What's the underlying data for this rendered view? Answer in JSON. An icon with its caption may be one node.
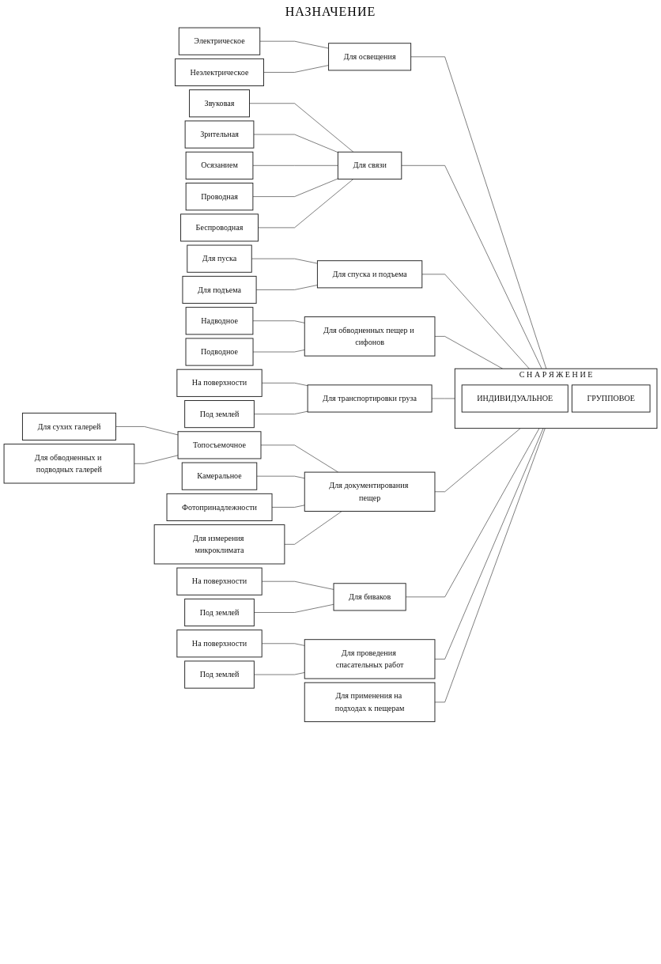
{
  "diagram": {
    "nodes": [
      {
        "text": [
          "С Н А Р Я Ж Е Н И Е"
        ]
      },
      {
        "text": [
          "ИНДИВИДУАЛЬНОЕ"
        ],
        "in": 0
      },
      {
        "text": [
          "ГРУППОВОЕ"
        ],
        "in": 0
      },
      {
        "text": [
          "Электрическое"
        ]
      },
      {
        "text": [
          "Неэлектрическое"
        ]
      },
      {
        "text": [
          "Для освещения"
        ]
      },
      {
        "text": [
          "Звуковая"
        ]
      },
      {
        "text": [
          "Зрительная"
        ]
      },
      {
        "text": [
          "Осязанием"
        ]
      },
      {
        "text": [
          "Проводная"
        ]
      },
      {
        "text": [
          "Беспроводная"
        ]
      },
      {
        "text": [
          "Для связи"
        ]
      },
      {
        "text": [
          "Для пуска"
        ]
      },
      {
        "text": [
          "Для подъема"
        ]
      },
      {
        "text": [
          "Для спуска и подъема"
        ]
      },
      {
        "text": [
          "Надводное"
        ]
      },
      {
        "text": [
          "Подводное"
        ]
      },
      {
        "text": [
          "Для обводненных пещер и сифонов"
        ]
      },
      {
        "text": [
          "На поверхности"
        ]
      },
      {
        "text": [
          "Под землей"
        ]
      },
      {
        "text": [
          "Для транспортировки груза"
        ]
      },
      {
        "text": [
          "Для сухих галерей"
        ]
      },
      {
        "text": [
          "Для обводненных и подводных галерей"
        ]
      },
      {
        "text": [
          "Топосъемочное"
        ]
      },
      {
        "text": [
          "Камеральное"
        ]
      },
      {
        "text": [
          "Фотопринадлежности"
        ]
      },
      {
        "text": [
          "Для измерения микроклимата"
        ]
      },
      {
        "text": [
          "Для документирования пещер"
        ]
      },
      {
        "text": [
          "На поверхности"
        ]
      },
      {
        "text": [
          "Под землей"
        ]
      },
      {
        "text": [
          "Для биваков"
        ]
      },
      {
        "text": [
          "На поверхности"
        ]
      },
      {
        "text": [
          "Под землей"
        ]
      },
      {
        "text": [
          "Для проведения спасательных работ"
        ]
      },
      {
        "text": [
          "Для применения на подходах к пещерам"
        ]
      }
    ],
    "edges": [
      {
        "from": 0,
        "to": 5,
        "arrow": "none"
      },
      {
        "from": 0,
        "to": 11,
        "arrow": "none"
      },
      {
        "from": 0,
        "to": 14,
        "arrow": "none"
      },
      {
        "from": 0,
        "to": 17,
        "arrow": "none"
      },
      {
        "from": 0,
        "to": 20,
        "arrow": "none"
      },
      {
        "from": 0,
        "to": 27,
        "arrow": "none"
      },
      {
        "from": 0,
        "to": 30,
        "arrow": "none"
      },
      {
        "from": 0,
        "to": 33,
        "arrow": "none"
      },
      {
        "from": 0,
        "to": 34,
        "arrow": "none"
      },
      {
        "from": 5,
        "to": 3,
        "arrow": "none"
      },
      {
        "from": 5,
        "to": 4,
        "arrow": "none"
      },
      {
        "from": 11,
        "to": 6,
        "arrow": "none"
      },
      {
        "from": 11,
        "to": 7,
        "arrow": "none"
      },
      {
        "from": 11,
        "to": 8,
        "arrow": "none"
      },
      {
        "from": 11,
        "to": 9,
        "arrow": "none"
      },
      {
        "from": 11,
        "to": 10,
        "arrow": "none"
      },
      {
        "from": 14,
        "to": 12,
        "arrow": "none"
      },
      {
        "from": 14,
        "to": 13,
        "arrow": "none"
      },
      {
        "from": 17,
        "to": 15,
        "arrow": "none"
      },
      {
        "from": 17,
        "to": 16,
        "arrow": "none"
      },
      {
        "from": 20,
        "to": 18,
        "arrow": "none"
      },
      {
        "from": 20,
        "to": 19,
        "arrow": "none"
      },
      {
        "from": 23,
        "to": 21,
        "arrow": "none"
      },
      {
        "from": 23,
        "to": 22,
        "arrow": "none"
      },
      {
        "from": 27,
        "to": 23,
        "arrow": "none"
      },
      {
        "from": 27,
        "to": 24,
        "arrow": "none"
      },
      {
        "from": 27,
        "to": 25,
        "arrow": "none"
      },
      {
        "from": 27,
        "to": 26,
        "arrow": "none"
      },
      {
        "from": 30,
        "to": 28,
        "arrow": "none"
      },
      {
        "from": 30,
        "to": 29,
        "arrow": "none"
      },
      {
        "from": 33,
        "to": 31,
        "arrow": "none"
      },
      {
        "from": 33,
        "to": 32,
        "arrow": "none"
      }
    ],
    "labels": [
      "НАЗНАЧЕНИЕ"
    ]
  }
}
